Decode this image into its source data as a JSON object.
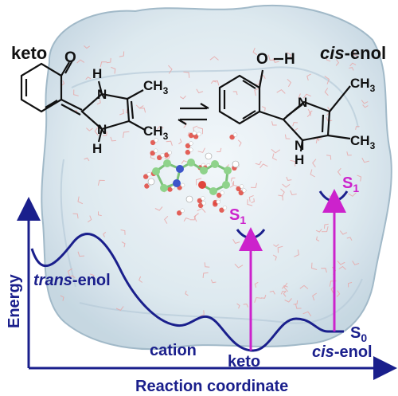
{
  "figure": {
    "species": {
      "keto_title": "keto",
      "enol_title_italic": "cis",
      "enol_title_rest": "-enol"
    },
    "atoms": {
      "oxygen": "O",
      "hydroxyl_o": "O",
      "hydroxyl_h": "H",
      "n_h": "H",
      "nitrogen": "N",
      "methyl_sub": "3",
      "methyl_c": "CH"
    },
    "energy_diagram": {
      "y_axis_label": "Energy",
      "x_axis_label": "Reaction coordinate",
      "states": {
        "trans_italic": "trans",
        "trans_rest": "-enol",
        "cation": "cation",
        "keto": "keto",
        "cis_italic": "cis",
        "cis_rest": "-enol",
        "ground": "S",
        "ground_sub": "0",
        "excited": "S",
        "excited_sub": "1"
      }
    },
    "colors": {
      "navy": "#1a1f8c",
      "magenta": "#cc22cc",
      "water_box": "#cfe0ea",
      "water_edge": "#9db6c6",
      "black": "#111111"
    }
  }
}
